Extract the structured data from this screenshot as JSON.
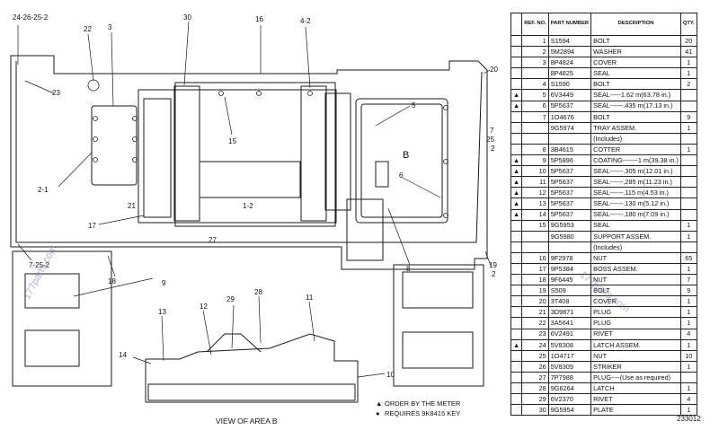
{
  "callouts": [
    {
      "id": "c1",
      "label": "24-26-25-2"
    },
    {
      "id": "c2",
      "label": "22"
    },
    {
      "id": "c3",
      "label": "3"
    },
    {
      "id": "c4",
      "label": "30"
    },
    {
      "id": "c5",
      "label": "16"
    },
    {
      "id": "c6",
      "label": "4-2"
    },
    {
      "id": "c7",
      "label": "20"
    },
    {
      "id": "c8",
      "label": "23"
    },
    {
      "id": "c9",
      "label": "5"
    },
    {
      "id": "c10",
      "label": "7"
    },
    {
      "id": "c11",
      "label": "25"
    },
    {
      "id": "c12",
      "label": "2"
    },
    {
      "id": "c13",
      "label": "15"
    },
    {
      "id": "c14",
      "label": "B"
    },
    {
      "id": "c15",
      "label": "2-1"
    },
    {
      "id": "c16",
      "label": "6"
    },
    {
      "id": "c17",
      "label": "1-2"
    },
    {
      "id": "c18",
      "label": "21"
    },
    {
      "id": "c19",
      "label": "17"
    },
    {
      "id": "c20",
      "label": "27"
    },
    {
      "id": "c21",
      "label": "7-25-2"
    },
    {
      "id": "c22",
      "label": "18"
    },
    {
      "id": "c23",
      "label": "8"
    },
    {
      "id": "c24",
      "label": "19"
    },
    {
      "id": "c25",
      "label": "2"
    },
    {
      "id": "c26",
      "label": "9"
    },
    {
      "id": "c27",
      "label": "13"
    },
    {
      "id": "c28",
      "label": "12"
    },
    {
      "id": "c29",
      "label": "29"
    },
    {
      "id": "c30",
      "label": "28"
    },
    {
      "id": "c31",
      "label": "11"
    },
    {
      "id": "c32",
      "label": "14"
    },
    {
      "id": "c33",
      "label": "10"
    }
  ],
  "view_caption": "VIEW OF AREA B",
  "notes": [
    {
      "symbol": "▲",
      "text": "ORDER BY THE METER"
    },
    {
      "symbol": "●",
      "text": "REQUIRES 9K8415  KEY"
    }
  ],
  "table": {
    "headers": {
      "ref": "REF. NO.",
      "part": "PART NUMBER",
      "desc": "DESCRIPTION",
      "qty": "QTY."
    },
    "rows": [
      {
        "mark": "",
        "ref": "1",
        "pn": "S1594",
        "desc": "BOLT",
        "qty": "20"
      },
      {
        "mark": "",
        "ref": "2",
        "pn": "5M2894",
        "desc": "WASHER",
        "qty": "41"
      },
      {
        "mark": "",
        "ref": "3",
        "pn": "8P4824",
        "desc": "COVER",
        "qty": "1"
      },
      {
        "mark": "",
        "ref": "",
        "pn": "8P4825",
        "desc": "SEAL",
        "qty": "1"
      },
      {
        "mark": "",
        "ref": "4",
        "pn": "S1590",
        "desc": "BOLT",
        "qty": "2"
      },
      {
        "mark": "▲",
        "ref": "5",
        "pn": "6V3449",
        "desc": "SEAL-----1.62 m(63.78 in.)",
        "qty": ""
      },
      {
        "mark": "▲",
        "ref": "6",
        "pn": "5P5637",
        "desc": "SEAL------.435 m(17.13 in.)",
        "qty": ""
      },
      {
        "mark": "",
        "ref": "7",
        "pn": "1O4676",
        "desc": "BOLT",
        "qty": "9"
      },
      {
        "mark": "",
        "ref": "",
        "pn": "9G5974",
        "desc": "TRAY ASSEM.",
        "qty": "1"
      },
      {
        "mark": "",
        "ref": "",
        "pn": "",
        "desc": "(Includes)",
        "qty": ""
      },
      {
        "mark": "",
        "ref": "8",
        "pn": "3B4615",
        "desc": "COTTER",
        "qty": "1"
      },
      {
        "mark": "▲",
        "ref": "9",
        "pn": "5P5896",
        "desc": "COATING-------1 m(39.38 in.)",
        "qty": ""
      },
      {
        "mark": "▲",
        "ref": "10",
        "pn": "5P5637",
        "desc": "SEAL------.305 m(12.01 in.)",
        "qty": ""
      },
      {
        "mark": "▲",
        "ref": "11",
        "pn": "5P5637",
        "desc": "SEAL------.285 m(11.23 in.)",
        "qty": ""
      },
      {
        "mark": "▲",
        "ref": "12",
        "pn": "5P5637",
        "desc": "SEAL------.115 m(4.53 in.)",
        "qty": ""
      },
      {
        "mark": "▲",
        "ref": "13",
        "pn": "5P5637",
        "desc": "SEAL------.130 m(5.12 in.)",
        "qty": ""
      },
      {
        "mark": "▲",
        "ref": "14",
        "pn": "5P5637",
        "desc": "SEAL------.180 m(7.09 in.)",
        "qty": ""
      },
      {
        "mark": "",
        "ref": "15",
        "pn": "9G5953",
        "desc": "SEAL",
        "qty": "1"
      },
      {
        "mark": "",
        "ref": "",
        "pn": "9G5980",
        "desc": "SUPPORT ASSEM.",
        "qty": "1"
      },
      {
        "mark": "",
        "ref": "",
        "pn": "",
        "desc": "(Includes)",
        "qty": ""
      },
      {
        "mark": "",
        "ref": "16",
        "pn": "9F2978",
        "desc": "NUT",
        "qty": "65"
      },
      {
        "mark": "",
        "ref": "17",
        "pn": "9P5384",
        "desc": "BOSS ASSEM.",
        "qty": "1"
      },
      {
        "mark": "",
        "ref": "18",
        "pn": "9F6445",
        "desc": "NUT",
        "qty": "7"
      },
      {
        "mark": "",
        "ref": "19",
        "pn": "S509",
        "desc": "BOLT",
        "qty": "9"
      },
      {
        "mark": "",
        "ref": "20",
        "pn": "3T408",
        "desc": "COVER",
        "qty": "1"
      },
      {
        "mark": "",
        "ref": "21",
        "pn": "3D9871",
        "desc": "PLUG",
        "qty": "1"
      },
      {
        "mark": "",
        "ref": "22",
        "pn": "3A5641",
        "desc": "PLUG",
        "qty": "1"
      },
      {
        "mark": "",
        "ref": "23",
        "pn": "6V2491",
        "desc": "RIVET",
        "qty": "4"
      },
      {
        "mark": "▲",
        "ref": "24",
        "pn": "5V8308",
        "desc": "LATCH ASSEM.",
        "qty": "1"
      },
      {
        "mark": "",
        "ref": "25",
        "pn": "1O4717",
        "desc": "NUT",
        "qty": "10"
      },
      {
        "mark": "",
        "ref": "26",
        "pn": "5V8309",
        "desc": "STRIKER",
        "qty": "1"
      },
      {
        "mark": "",
        "ref": "27",
        "pn": "7P7988",
        "desc": "PLUG----(Use as required)",
        "qty": ""
      },
      {
        "mark": "",
        "ref": "28",
        "pn": "9G6264",
        "desc": "LATCH",
        "qty": "1"
      },
      {
        "mark": "",
        "ref": "29",
        "pn": "6V2370",
        "desc": "RIVET",
        "qty": "4"
      },
      {
        "mark": "",
        "ref": "30",
        "pn": "9G5954",
        "desc": "PLATE",
        "qty": "1"
      }
    ]
  },
  "document_number": "233012",
  "watermark": "177parts.com"
}
